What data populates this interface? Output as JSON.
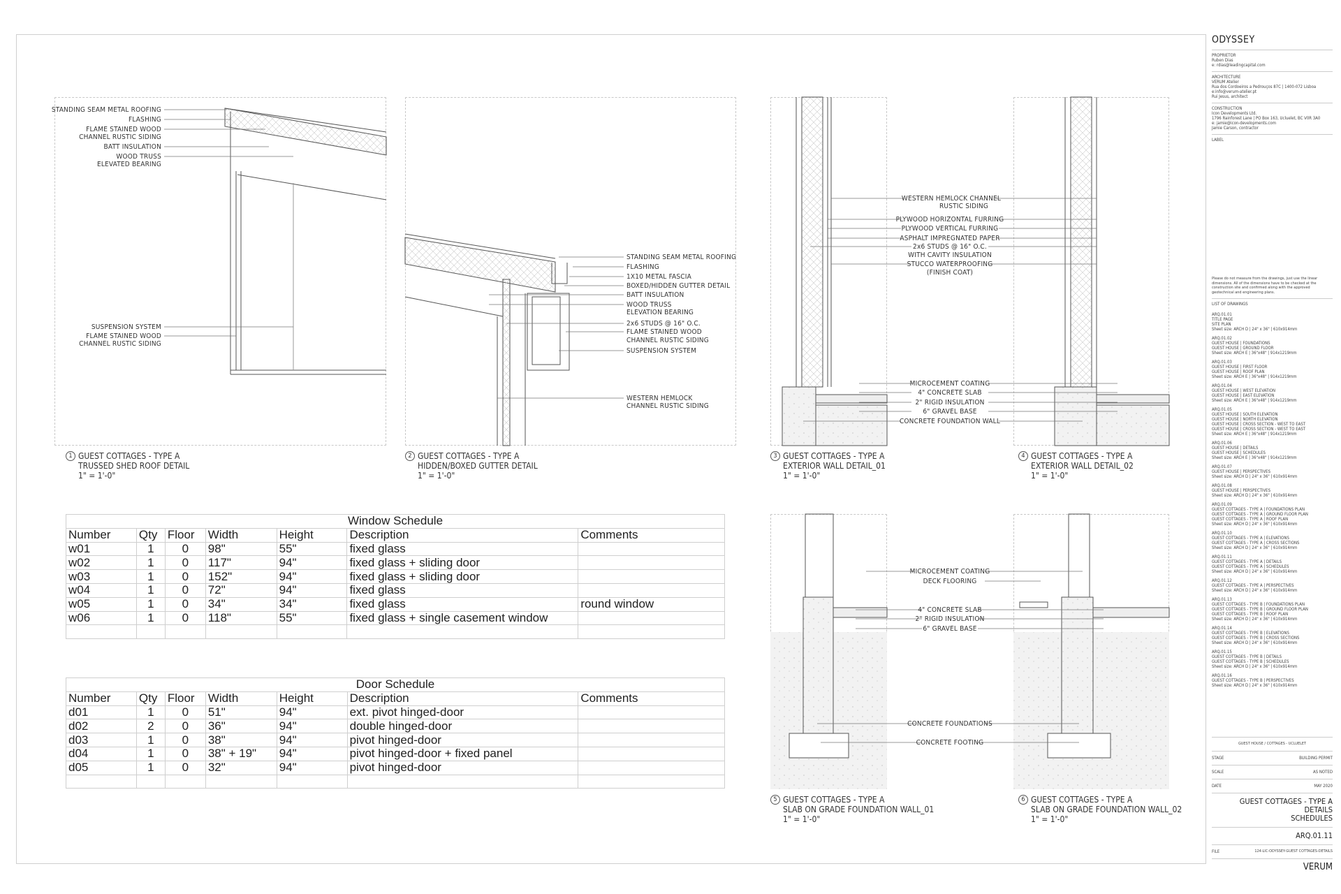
{
  "details": [
    {
      "num": "1",
      "title": "GUEST COTTAGES - TYPE A",
      "subtitle": "TRUSSED SHED ROOF DETAIL",
      "scale": "1\" = 1'-0\"",
      "labels": [
        "STANDING SEAM METAL ROOFING",
        "FLASHING",
        "FLAME STAINED WOOD",
        "CHANNEL RUSTIC SIDING",
        "BATT INSULATION",
        "WOOD TRUSS",
        "ELEVATED BEARING",
        "SUSPENSION SYSTEM",
        "FLAME STAINED WOOD",
        "CHANNEL RUSTIC SIDING"
      ]
    },
    {
      "num": "2",
      "title": "GUEST COTTAGES - TYPE A",
      "subtitle": "HIDDEN/BOXED GUTTER DETAIL",
      "scale": "1\" = 1'-0\"",
      "labels": [
        "STANDING SEAM METAL ROOFING",
        "FLASHING",
        "1X10 METAL FASCIA",
        "BOXED/HIDDEN GUTTER DETAIL",
        "BATT INSULATION",
        "WOOD TRUSS",
        "ELEVATION BEARING",
        "2x6 STUDS @ 16\" O.C.",
        "FLAME STAINED WOOD",
        "CHANNEL RUSTIC SIDING",
        "SUSPENSION SYSTEM",
        "WESTERN HEMLOCK",
        "CHANNEL RUSTIC SIDING"
      ]
    },
    {
      "num": "3",
      "title": "GUEST COTTAGES - TYPE A",
      "subtitle": "EXTERIOR WALL DETAIL_01",
      "scale": "1\" = 1'-0\""
    },
    {
      "num": "4",
      "title": "GUEST COTTAGES - TYPE A",
      "subtitle": "EXTERIOR WALL DETAIL_02",
      "scale": "1\" = 1'-0\""
    },
    {
      "num": "5",
      "title": "GUEST COTTAGES - TYPE A",
      "subtitle": "SLAB ON GRADE FOUNDATION WALL_01",
      "scale": "1\" = 1'-0\""
    },
    {
      "num": "6",
      "title": "GUEST COTTAGES - TYPE A",
      "subtitle": "SLAB ON GRADE FOUNDATION WALL_02",
      "scale": "1\" = 1'-0\""
    }
  ],
  "wall_labels": [
    "WESTERN HEMLOCK CHANNEL",
    "RUSTIC SIDING",
    "PLYWOOD HORIZONTAL FURRING",
    "PLYWOOD VERTICAL FURRING",
    "ASPHALT IMPREGNATED PAPER",
    "2x6 STUDS @ 16\" O.C.",
    "WITH CAVITY INSULATION",
    "STUCCO WATERPROOFING",
    "(FINISH COAT)",
    "MICROCEMENT COATING",
    "4\" CONCRETE SLAB",
    "2\" RIGID INSULATION",
    "6\" GRAVEL BASE",
    "CONCRETE FOUNDATION WALL"
  ],
  "foundation_labels": [
    "MICROCEMENT COATING",
    "DECK FLOORING",
    "4\" CONCRETE SLAB",
    "2\" RIGID INSULATION",
    "6\" GRAVEL BASE",
    "CONCRETE FOUNDATIONS",
    "CONCRETE FOOTING"
  ],
  "window_schedule": {
    "title": "Window Schedule",
    "headers": [
      "Number",
      "Qty",
      "Floor",
      "Width",
      "Height",
      "Description",
      "Comments"
    ],
    "rows": [
      [
        "w01",
        "1",
        "0",
        "98\"",
        "55\"",
        "fixed glass",
        ""
      ],
      [
        "w02",
        "1",
        "0",
        "117\"",
        "94\"",
        "fixed glass + sliding door",
        ""
      ],
      [
        "w03",
        "1",
        "0",
        "152\"",
        "94\"",
        "fixed glass + sliding door",
        ""
      ],
      [
        "w04",
        "1",
        "0",
        "72\"",
        "94\"",
        "fixed glass",
        ""
      ],
      [
        "w05",
        "1",
        "0",
        "34\"",
        "34\"",
        "fixed glass",
        "round window"
      ],
      [
        "w06",
        "1",
        "0",
        "118\"",
        "55\"",
        "fixed glass + single casement window",
        ""
      ],
      [
        "",
        "",
        "",
        "",
        "",
        "",
        ""
      ]
    ]
  },
  "door_schedule": {
    "title": "Door Schedule",
    "headers": [
      "Number",
      "Qty",
      "Floor",
      "Width",
      "Height",
      "Description",
      "Comments"
    ],
    "rows": [
      [
        "d01",
        "1",
        "0",
        "51\"",
        "94\"",
        "ext. pivot hinged-door",
        ""
      ],
      [
        "d02",
        "2",
        "0",
        "36\"",
        "94\"",
        "double hinged-door",
        ""
      ],
      [
        "d03",
        "1",
        "0",
        "38\"",
        "94\"",
        "pivot hinged-door",
        ""
      ],
      [
        "d04",
        "1",
        "0",
        "38\" + 19\"",
        "94\"",
        "pivot hinged-door + fixed panel",
        ""
      ],
      [
        "d05",
        "1",
        "0",
        "32\"",
        "94\"",
        "pivot hinged-door",
        ""
      ],
      [
        "",
        "",
        "",
        "",
        "",
        "",
        ""
      ]
    ]
  },
  "title_block": {
    "project": "ODYSSEY",
    "proprietor": [
      "PROPRIETOR",
      "Ruben Dias",
      "e: rdias@leadingcapital.com"
    ],
    "architecture": [
      "ARCHITECTURE",
      "VERUM Atelier",
      "Rua dos Cordoeiros a Pedrouços 87C |  1400-072 Lisboa",
      "e:info@verum-atelier.pt",
      "Rui Jesus, architect"
    ],
    "construction": [
      "CONSTRUCTION",
      "Icon Developments Ltd.",
      "1796 Rainforest Lane | PO Box 163, Ucluelet, BC V0R 3A0",
      "e: jamie@icon-developments.com",
      "Jamie Carson, contractor"
    ],
    "label": "LABEL",
    "note": "Please do not measure from the drawings, just use the linear dimensions. All of the dimensions have to be checked at the construction site and confirmed along with the approved geotechnical and engineering plans.",
    "list_title": "LIST OF DRAWINGS",
    "drawings": [
      [
        "ARQ.01.01",
        "TITLE PAGE",
        "SITE PLAN",
        "Sheet size: ARCH D | 24\" x 36\" | 610x914mm"
      ],
      [
        "ARQ.01.02",
        "GUEST HOUSE | FOUNDATIONS",
        "GUEST HOUSE | GROUND FLOOR",
        "Sheet size: ARCH E | 36\"x48\" | 914x1219mm"
      ],
      [
        "ARQ.01.03",
        "GUEST HOUSE | FIRST FLOOR",
        "GUEST HOUSE | ROOF PLAN",
        "Sheet size: ARCH E | 36\"x48\" | 914x1219mm"
      ],
      [
        "ARQ.01.04",
        "GUEST HOUSE | WEST ELEVATION",
        "GUEST HOUSE | EAST ELEVATION",
        "Sheet size: ARCH E | 36\"x48\" | 914x1219mm"
      ],
      [
        "ARQ.01.05",
        "GUEST HOUSE | SOUTH ELEVATION",
        "GUEST HOUSE | NORTH ELEVATION",
        "GUEST HOUSE | CROSS SECTION - WEST TO EAST",
        "GUEST HOUSE | CROSS SECTION - WEST TO EAST",
        "Sheet size: ARCH E | 36\"x48\" | 914x1219mm"
      ],
      [
        "ARQ.01.06",
        "GUEST HOUSE | DETAILS",
        "GUEST HOUSE | SCHEDULES",
        "Sheet size: ARCH E | 36\"x48\" | 914x1219mm"
      ],
      [
        "ARQ.01.07",
        "GUEST HOUSE | PERSPECTIVES",
        "Sheet size: ARCH D | 24\" x 36\" | 610x914mm"
      ],
      [
        "ARQ.01.08",
        "GUEST HOUSE | PERSPECTIVES",
        "Sheet size: ARCH D | 24\" x 36\" | 610x914mm"
      ],
      [
        "ARQ.01.09",
        "GUEST COTTAGES - TYPE A | FOUNDATIONS PLAN",
        "GUEST COTTAGES - TYPE A | GROUND FLOOR PLAN",
        "GUEST COTTAGES - TYPE A | ROOF PLAN",
        "Sheet size: ARCH D | 24\" x 36\" | 610x914mm"
      ],
      [
        "ARQ.01.10",
        "GUEST COTTAGES - TYPE A | ELEVATIONS",
        "GUEST COTTAGES - TYPE A | CROSS SECTIONS",
        "Sheet size: ARCH D | 24\" x 36\" | 610x914mm"
      ],
      [
        "ARQ.01.11",
        "GUEST COTTAGES - TYPE A | DETAILS",
        "GUEST COTTAGES - TYPE A | SCHEDULES",
        "Sheet size: ARCH D | 24\" x 36\" | 610x914mm"
      ],
      [
        "ARQ.01.12",
        "GUEST COTTAGES - TYPE A | PERSPECTIVES",
        "Sheet size: ARCH D | 24\" x 36\" | 610x914mm"
      ],
      [
        "ARQ.01.13",
        "GUEST COTTAGES - TYPE B | FOUNDATIONS PLAN",
        "GUEST COTTAGES - TYPE B | GROUND FLOOR PLAN",
        "GUEST COTTAGES - TYPE B | ROOF PLAN",
        "Sheet size: ARCH D | 24\" x 36\" | 610x914mm"
      ],
      [
        "ARQ.01.14",
        "GUEST COTTAGES - TYPE B | ELEVATIONS",
        "GUEST COTTAGES - TYPE B | CROSS SECTIONS",
        "Sheet size: ARCH D | 24\" x 36\" | 610x914mm"
      ],
      [
        "ARQ.01.15",
        "GUEST COTTAGES - TYPE B | DETAILS",
        "GUEST COTTAGES - TYPE B | SCHEDULES",
        "Sheet size: ARCH D | 24\" x 36\" | 610x914mm"
      ],
      [
        "ARQ.01.16",
        "GUEST COTTAGES - TYPE B | PERSPECTIVES",
        "Sheet size: ARCH D | 24\" x 36\" | 610x914mm"
      ]
    ],
    "location": "GUEST HOUSE / COTTAGES - UCLUELET",
    "stage_label": "STAGE",
    "stage": "BUILDING PERMIT",
    "scale_label": "SCALE",
    "scale": "AS NOTED",
    "date_label": "DATE",
    "date": "MAY 2020",
    "sheet_title": [
      "GUEST COTTAGES - TYPE A",
      "DETAILS",
      "SCHEDULES"
    ],
    "sheet_number": "ARQ.01.11",
    "file_label": "FILE",
    "file": "124-LIC-ODYSSEY-GUEST COTTAGES-DETAILS",
    "firm": "VERUM"
  }
}
